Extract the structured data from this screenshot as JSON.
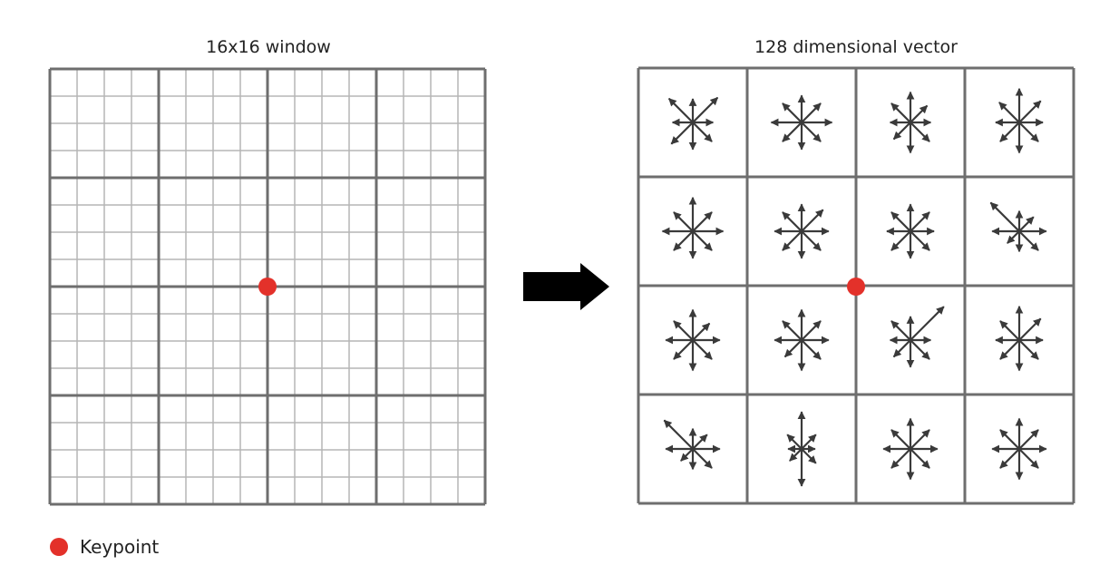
{
  "left_panel": {
    "title": "16x16 window",
    "cells_per_side": 16,
    "blocks_per_side": 4
  },
  "right_panel": {
    "title": "128 dimensional vector",
    "blocks_per_side": 4,
    "orientations_per_block": 8
  },
  "legend": {
    "label": "Keypoint"
  },
  "colors": {
    "grid_thin": "#b5b5b5",
    "grid_thick": "#6e6e6e",
    "arrow": "#3a3a3a",
    "keypoint": "#e3312a",
    "big_arrow": "#000000"
  },
  "histograms": [
    [
      [
        0.35,
        0.52,
        0.3,
        0.4,
        0.4,
        0.45,
        0.3,
        0.5
      ],
      [
        0.4,
        0.4,
        0.45,
        0.4,
        0.4,
        0.4,
        0.45,
        0.4
      ],
      [
        0.45,
        0.35,
        0.3,
        0.4,
        0.45,
        0.35,
        0.3,
        0.4
      ],
      [
        0.5,
        0.45,
        0.35,
        0.4,
        0.45,
        0.4,
        0.35,
        0.42
      ]
    ],
    [
      [
        0.5,
        0.4,
        0.45,
        0.4,
        0.4,
        0.4,
        0.45,
        0.4
      ],
      [
        0.4,
        0.45,
        0.4,
        0.4,
        0.4,
        0.4,
        0.4,
        0.4
      ],
      [
        0.4,
        0.4,
        0.35,
        0.4,
        0.4,
        0.4,
        0.35,
        0.4
      ],
      [
        0.3,
        0.3,
        0.4,
        0.4,
        0.3,
        0.25,
        0.4,
        0.6
      ]
    ],
    [
      [
        0.45,
        0.35,
        0.4,
        0.4,
        0.45,
        0.4,
        0.4,
        0.4
      ],
      [
        0.45,
        0.4,
        0.4,
        0.4,
        0.45,
        0.35,
        0.4,
        0.4
      ],
      [
        0.35,
        0.7,
        0.3,
        0.4,
        0.4,
        0.35,
        0.3,
        0.4
      ],
      [
        0.5,
        0.45,
        0.35,
        0.4,
        0.45,
        0.4,
        0.35,
        0.4
      ]
    ],
    [
      [
        0.3,
        0.3,
        0.4,
        0.4,
        0.3,
        0.25,
        0.4,
        0.6
      ],
      [
        0.55,
        0.3,
        0.2,
        0.3,
        0.55,
        0.25,
        0.2,
        0.3
      ],
      [
        0.45,
        0.4,
        0.4,
        0.4,
        0.45,
        0.4,
        0.4,
        0.4
      ],
      [
        0.45,
        0.4,
        0.4,
        0.4,
        0.45,
        0.4,
        0.4,
        0.4
      ]
    ]
  ]
}
